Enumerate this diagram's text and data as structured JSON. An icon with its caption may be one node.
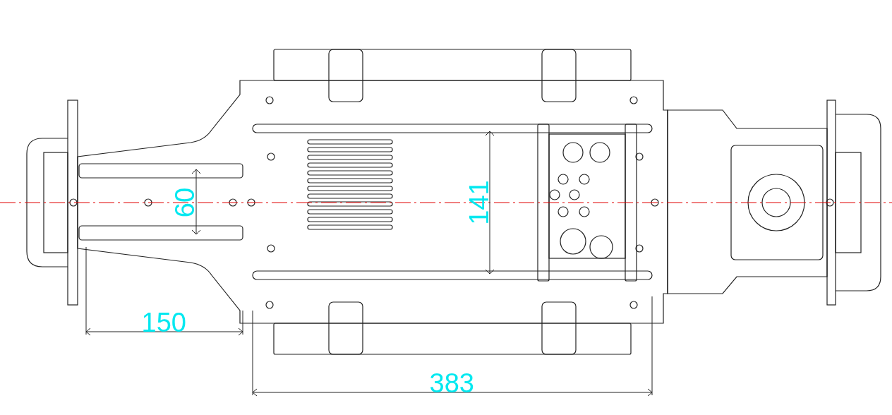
{
  "diagram": {
    "labels": [
      "60",
      "141",
      "150",
      "383"
    ]
  }
}
